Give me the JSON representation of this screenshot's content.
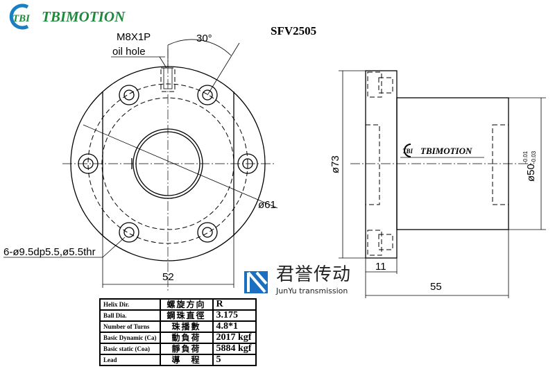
{
  "brand": {
    "logo_mark": "TBI",
    "name": "TBIMOTION",
    "color": "#1e8a3c",
    "mark_color": "#1a7fc1"
  },
  "title": "SFV2505",
  "front_view": {
    "tap_label": "M8X1P",
    "tap_note": "oil hole",
    "angle": "30°",
    "bolt_circle": "ø61",
    "holes": "6-ø9.5dp5.5,ø5.5thr",
    "flat_width": "52"
  },
  "side_view": {
    "flange_dia": "ø73",
    "body_dia": "ø50",
    "body_tol_upper": "-0.01",
    "body_tol_lower": "-0.03",
    "flange_thickness": "11",
    "length": "55",
    "body_logo": "TBIMOTION"
  },
  "spec_table": [
    {
      "label": "Helix  Dir.",
      "cn": "螺旋方向",
      "value": "R"
    },
    {
      "label": "Ball Dia.",
      "cn": "鋼珠直徑",
      "value": "3.175"
    },
    {
      "label": "Number of Turns",
      "cn": "珠播數",
      "value": "4.8*1"
    },
    {
      "label": "Basic Dynamic (Ca)",
      "cn": "動負荷",
      "value": "2017 kgf"
    },
    {
      "label": "Basic static (Coa)",
      "cn": "靜負荷",
      "value": "5884 kgf"
    },
    {
      "label": "Lead",
      "cn": "導　程",
      "value": "5"
    }
  ],
  "watermark": {
    "cn": "君誉传动",
    "en": "JunYu transmission",
    "color": "#1a6fc1"
  }
}
